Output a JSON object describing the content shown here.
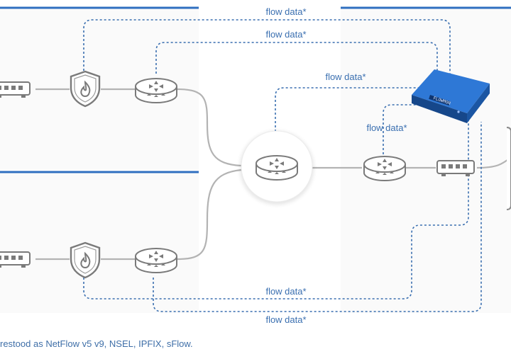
{
  "labels": {
    "flow_top_1": "flow data*",
    "flow_top_2": "flow data*",
    "flow_middle": "flow data*",
    "flow_collector": "flow data*",
    "flow_bottom_1": "flow data*",
    "flow_bottom_2": "flow data*"
  },
  "footnote": "restood as NetFlow v5 v9, NSEL, IPFIX, sFlow.",
  "appliance": {
    "brand_text": "FLOWMON",
    "color": "#1f5fb5"
  },
  "colors": {
    "panel_border": "#2f6fc0",
    "link": "#b3b3b3",
    "flow": "#3a6fb0",
    "device": "#8a8a8a"
  },
  "icons": [
    "switch-icon",
    "firewall-icon",
    "router-icon",
    "collector-appliance-icon"
  ]
}
